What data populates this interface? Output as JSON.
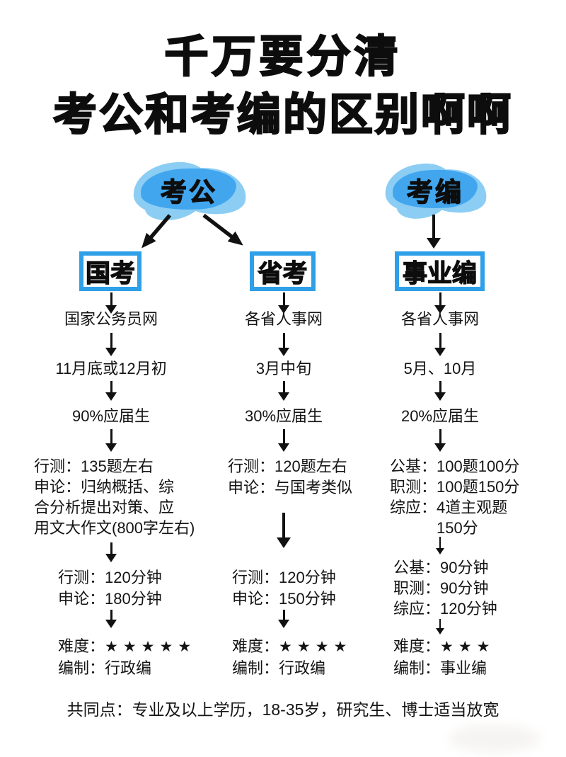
{
  "page": {
    "title1": "千万要分清",
    "title2": "考公和考编的区别啊啊",
    "footer": "共同点：专业及以上学历，18-35岁，研究生、博士适当放宽"
  },
  "groups": {
    "kaogong": "考公",
    "kaobian": "考编"
  },
  "cols": {
    "guokao": {
      "header": "国考",
      "site": "国家公务员网",
      "time": "11月底或12月初",
      "fresh": "90%应届生",
      "c1": "行测：135题左右",
      "c2": "申论：归纳概括、综",
      "c3": "合分析提出对策、应",
      "c4": "用文大作文(800字左右)",
      "d1": "行测：120分钟",
      "d2": "申论：180分钟",
      "diff_label": "难度：",
      "diff_stars": "★★★★★",
      "bianzhi": "编制：行政编"
    },
    "shengkao": {
      "header": "省考",
      "site": "各省人事网",
      "time": "3月中旬",
      "fresh": "30%应届生",
      "c1": "行测：120题左右",
      "c2": "申论：与国考类似",
      "d1": "行测：120分钟",
      "d2": "申论：150分钟",
      "diff_label": "难度：",
      "diff_stars": "★★★★",
      "bianzhi": "编制：行政编"
    },
    "shiyebian": {
      "header": "事业编",
      "site": "各省人事网",
      "time": "5月、10月",
      "fresh": "20%应届生",
      "c1": "公基：100题100分",
      "c2": "职测：100题150分",
      "c3": "综应：4道主观题",
      "c4": "150分",
      "d1": "公基：90分钟",
      "d2": "职测：90分钟",
      "d3": "综应：120分钟",
      "diff_label": "难度：",
      "diff_stars": "★★★",
      "bianzhi": "编制：事业编"
    }
  },
  "colors": {
    "accent-blue": "#2f9fe8",
    "blob-light": "#8ccdf4",
    "blob-mid": "#41a6ee",
    "ink": "#141414"
  }
}
